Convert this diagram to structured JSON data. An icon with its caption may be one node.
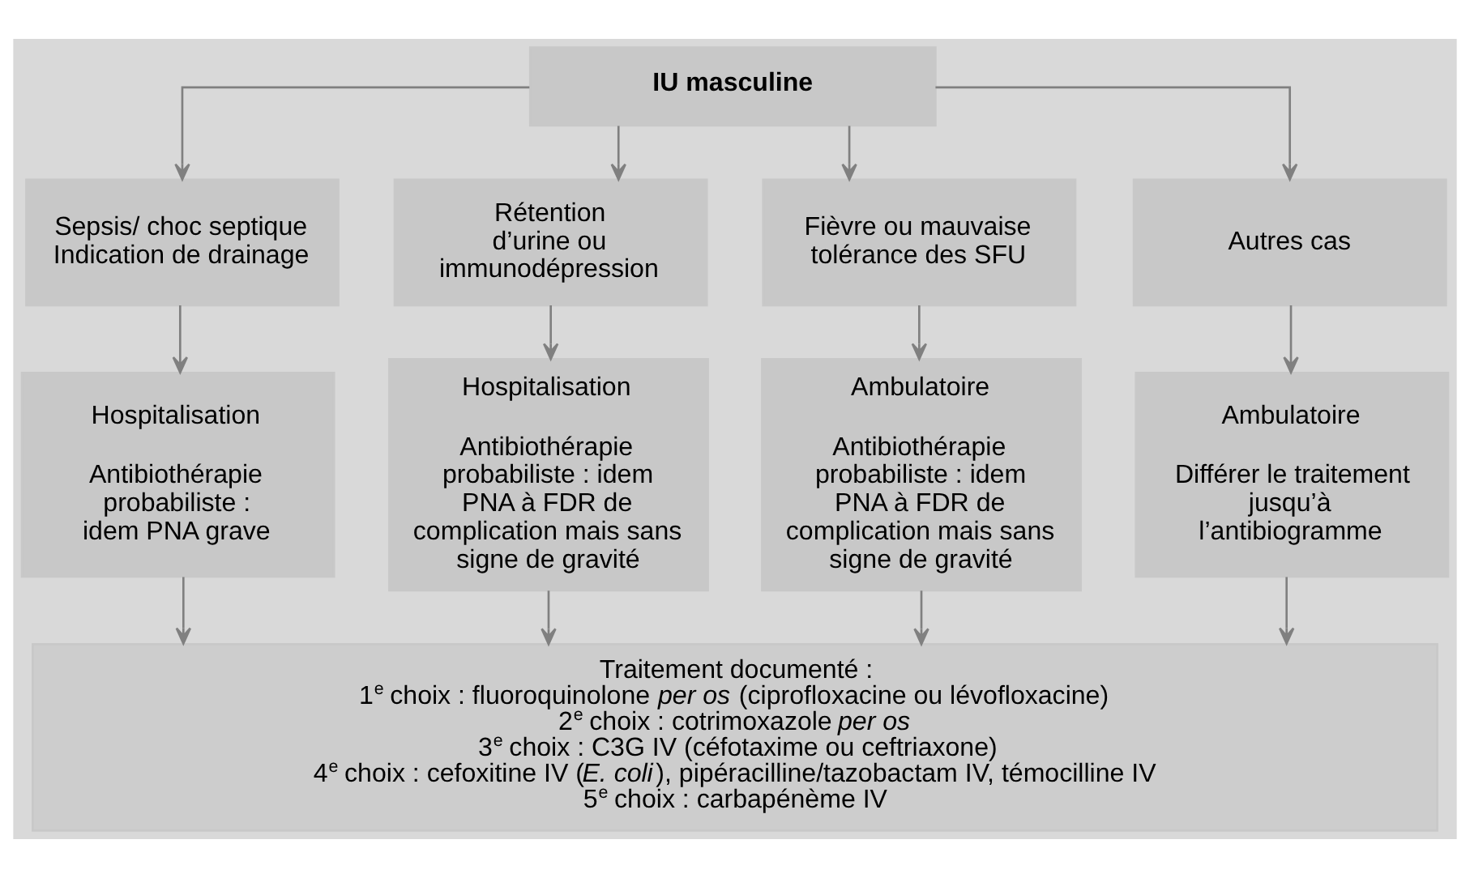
{
  "diagram": {
    "nodes": [
      {
        "text": [
          "IU masculine"
        ]
      },
      {
        "text": [
          "Sepsis/ choc septique Indication de drainage"
        ]
      },
      {
        "text": [
          "Rétention d’urine ou immunodépression"
        ]
      },
      {
        "text": [
          "Fièvre ou mauvaise tolérance des SFU"
        ]
      },
      {
        "text": [
          "Autres cas"
        ]
      },
      {
        "text": [
          "Hospitalisation",
          "Antibiothérapie probabiliste : idem PNA grave"
        ]
      },
      {
        "text": [
          "Hospitalisation",
          "Antibiothérapie probabiliste : idem PNA à FDR de complication mais sans signe de gravité"
        ]
      },
      {
        "text": [
          "Ambulatoire",
          "Antibiothérapie probabiliste : idem PNA à FDR de complication mais sans signe de gravité"
        ]
      },
      {
        "text": [
          "Ambulatoire",
          "Différer le traitement jusqu’à l’antibiogramme"
        ]
      },
      {
        "text": [
          "Traitement documenté :",
          "1$^{e}$ choix : fluoroquinolone *per os* (ciprofloxacine ou lévofloxacine)",
          "2$^{e}$ choix : cotrimoxazole *per os*",
          "3$^{e}$ choix : C3G IV (céfotaxime ou ceftriaxone)",
          "4$^{e}$ choix : cefoxitine IV (*E. coli*), pipéracilline/tazobactam IV, témocilline IV",
          "5$^{e}$ choix : carbapénème IV"
        ]
      }
    ],
    "edges": [
      {
        "from": 0,
        "to": 1,
        "arrow": "to"
      },
      {
        "from": 0,
        "to": 2,
        "arrow": "to"
      },
      {
        "from": 0,
        "to": 3,
        "arrow": "to"
      },
      {
        "from": 0,
        "to": 4,
        "arrow": "to"
      },
      {
        "from": 1,
        "to": 5,
        "arrow": "to"
      },
      {
        "from": 2,
        "to": 6,
        "arrow": "to"
      },
      {
        "from": 3,
        "to": 7,
        "arrow": "to"
      },
      {
        "from": 4,
        "to": 8,
        "arrow": "to"
      },
      {
        "from": 5,
        "to": 9,
        "arrow": "to"
      },
      {
        "from": 6,
        "to": 9,
        "arrow": "to"
      },
      {
        "from": 7,
        "to": 9,
        "arrow": "to"
      },
      {
        "from": 8,
        "to": 9,
        "arrow": "to"
      }
    ]
  }
}
